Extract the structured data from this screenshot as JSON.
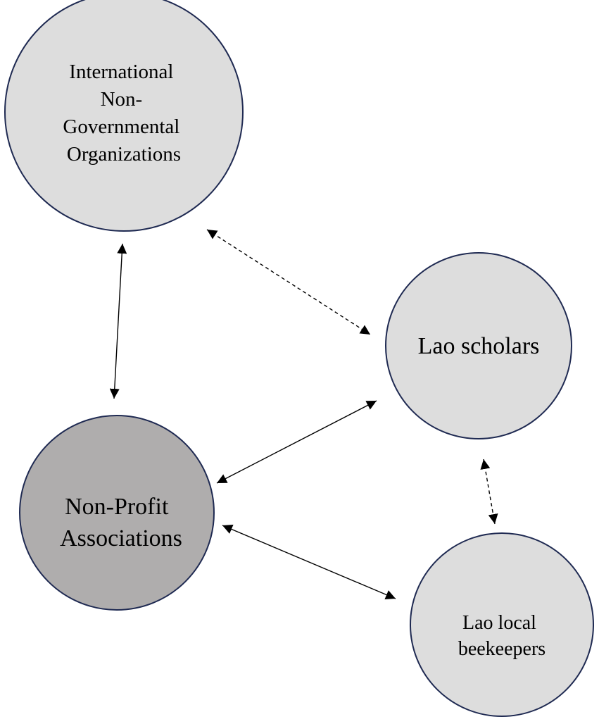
{
  "nodes": {
    "ingo": {
      "lines": [
        "International",
        "Non-",
        "Governmental",
        "Organizations"
      ],
      "fill": "#dddddd"
    },
    "scholars": {
      "lines": [
        "Lao scholars"
      ],
      "fill": "#dddddd"
    },
    "npa": {
      "lines": [
        "Non-Profit",
        "Associations"
      ],
      "fill": "#afadad"
    },
    "beekeepers": {
      "lines": [
        "Lao local",
        "beekeepers"
      ],
      "fill": "#dddddd"
    }
  },
  "colors": {
    "outline": "#1f2a52",
    "arrow": "#000000",
    "background": "#ffffff"
  },
  "connections": [
    {
      "from": "ingo",
      "to": "npa",
      "style": "solid",
      "direction": "both"
    },
    {
      "from": "ingo",
      "to": "scholars",
      "style": "dashed",
      "direction": "both"
    },
    {
      "from": "scholars",
      "to": "npa",
      "style": "solid",
      "direction": "both"
    },
    {
      "from": "scholars",
      "to": "beekeepers",
      "style": "dashed",
      "direction": "both"
    },
    {
      "from": "npa",
      "to": "beekeepers",
      "style": "solid",
      "direction": "both"
    }
  ]
}
